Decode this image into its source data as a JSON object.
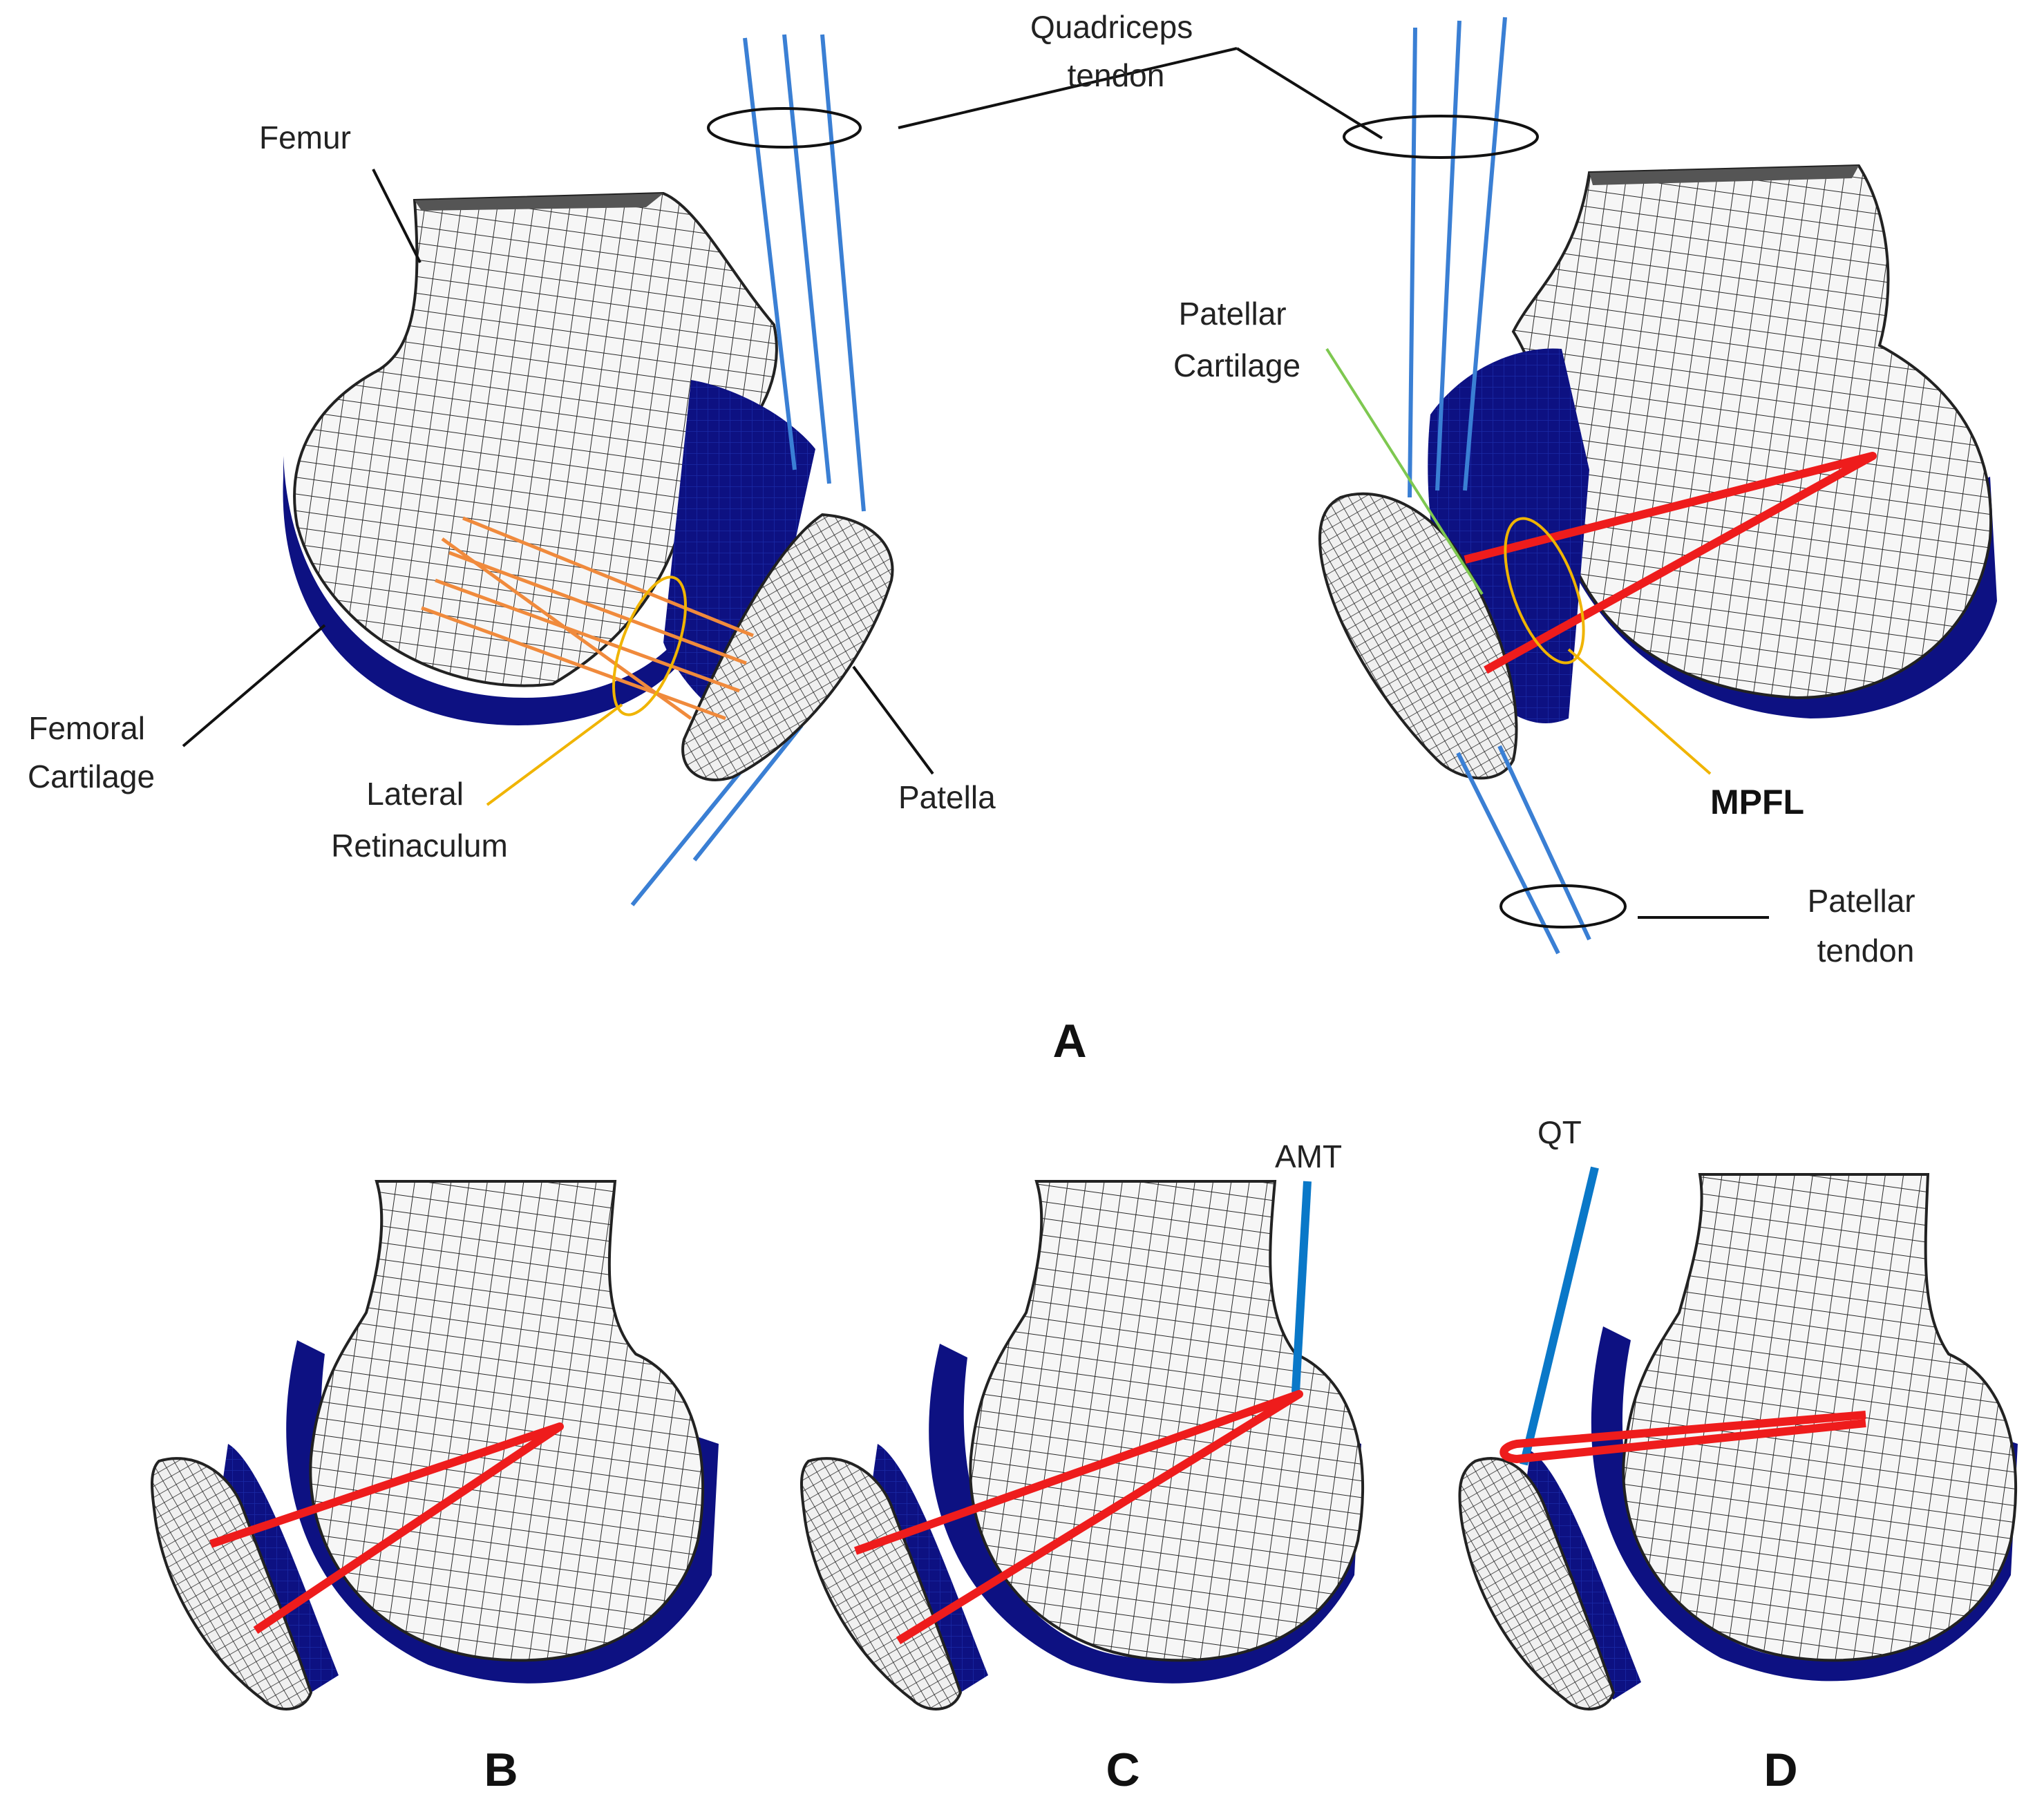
{
  "labels": {
    "femur": "Femur",
    "femoral_cartilage": [
      "Femoral",
      "Cartilage"
    ],
    "lateral_retinaculum": [
      "Lateral",
      "Retinaculum"
    ],
    "patella": "Patella",
    "quadriceps_tendon": [
      "Quadriceps",
      "tendon"
    ],
    "patellar_cartilage": [
      "Patellar",
      "Cartilage"
    ],
    "mpfl": "MPFL",
    "patellar_tendon": [
      "Patellar",
      "tendon"
    ],
    "amt": "AMT",
    "qt": "QT"
  },
  "panels": {
    "a": "A",
    "b": "B",
    "c": "C",
    "d": "D"
  },
  "colors": {
    "cartilage": "#0d1182",
    "tendon": "#3a7fd4",
    "graft": "#ee1c1c",
    "retinaculum": "#f08a3c",
    "leader_yellow": "#f0b400",
    "leader_green": "#7ec850",
    "mesh_fill": "#f4f4f4",
    "mesh_line": "#2a2a2a"
  }
}
